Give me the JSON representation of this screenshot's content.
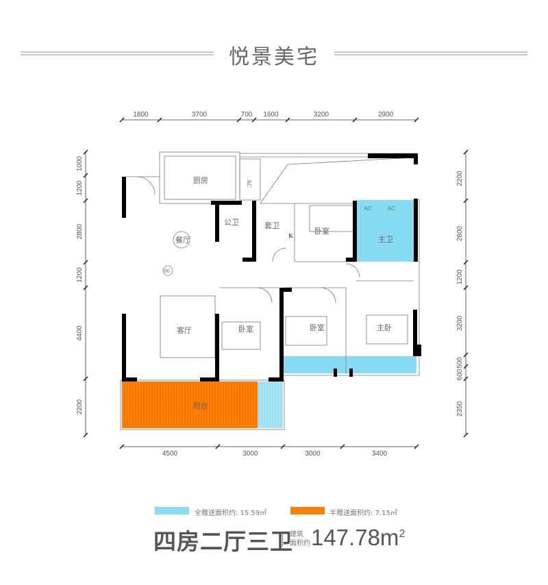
{
  "header": {
    "title": "悦景美宅"
  },
  "dimensions": {
    "top": [
      "1800",
      "3700",
      "700",
      "1600",
      "3200",
      "2900"
    ],
    "bottom": [
      "4500",
      "3000",
      "3000",
      "3400"
    ],
    "left": [
      "1000",
      "1200",
      "2800",
      "1200",
      "4400",
      "2200"
    ],
    "right": [
      "2200",
      "2800",
      "1200",
      "3200",
      "500",
      "600",
      "2350"
    ]
  },
  "rooms": {
    "kitchen": "厨房",
    "public_bath": "公卫",
    "suite_bath": "套卫",
    "bedroom_top": "卧室",
    "master_bath": "主卫",
    "dining": "餐厅",
    "living": "客厅",
    "bedroom_left": "卧室",
    "bedroom_mid": "卧室",
    "master_bedroom": "主卧",
    "balcony": "阳台",
    "ac": "AC",
    "unit_no": "06",
    "k": "K"
  },
  "legend": [
    {
      "label": "全赠送面积约: 15.59㎡",
      "color": "#86dcf2"
    },
    {
      "label": "半赠送面积约: 7.15㎡",
      "color": "#ff7f00"
    }
  ],
  "footer": {
    "layout": "四房二厅三卫",
    "area_label_1": "建筑",
    "area_label_2": "面积约",
    "area_value": "147.78m",
    "area_unit_sup": "2"
  }
}
